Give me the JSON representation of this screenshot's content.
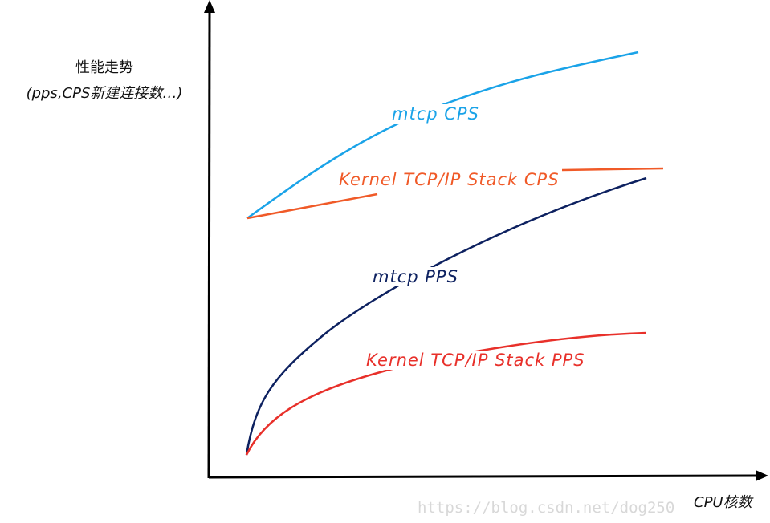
{
  "y_axis": {
    "line1": "性能走势",
    "line2": "(pps,CPS新建连接数…)"
  },
  "x_axis": {
    "label": "CPU核数"
  },
  "series": [
    {
      "label": "mtcp CPS",
      "color": "#1aa3e8"
    },
    {
      "label": "Kernel TCP/IP Stack CPS",
      "color": "#f05a28"
    },
    {
      "label": "mtcp PPS",
      "color": "#0d2160"
    },
    {
      "label": "Kernel TCP/IP Stack PPS",
      "color": "#e8302a"
    }
  ],
  "watermark": "https://blog.csdn.net/dog250"
}
